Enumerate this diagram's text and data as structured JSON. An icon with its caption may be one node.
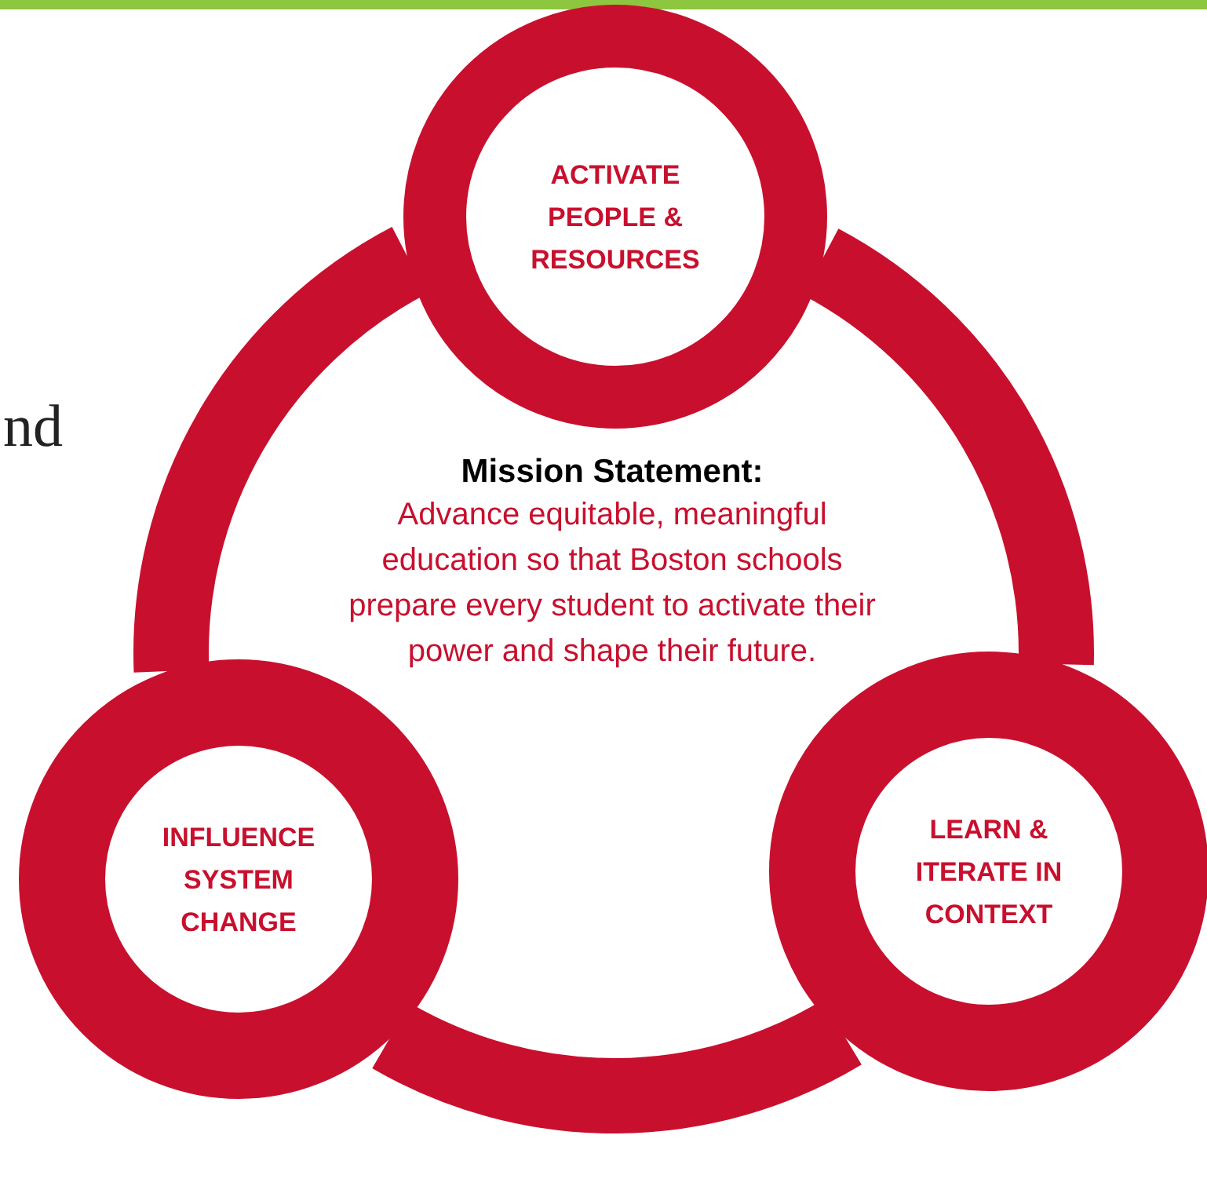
{
  "diagram": {
    "nodes": [
      {
        "text": [
          "ACTIVATE PEOPLE & RESOURCES"
        ]
      },
      {
        "text": [
          "LEARN & ITERATE IN CONTEXT"
        ]
      },
      {
        "text": [
          "INFLUENCE SYSTEM CHANGE"
        ]
      }
    ],
    "edges": [
      {
        "from": 0,
        "to": 1,
        "arrow": "none"
      },
      {
        "from": 1,
        "to": 2,
        "arrow": "none"
      },
      {
        "from": 2,
        "to": 0,
        "arrow": "none"
      }
    ],
    "labels": [
      "nd",
      "Mission Statement:",
      "Advance equitable, meaningful education so that Boston schools prepare every student to activate their power and shape their future."
    ]
  }
}
